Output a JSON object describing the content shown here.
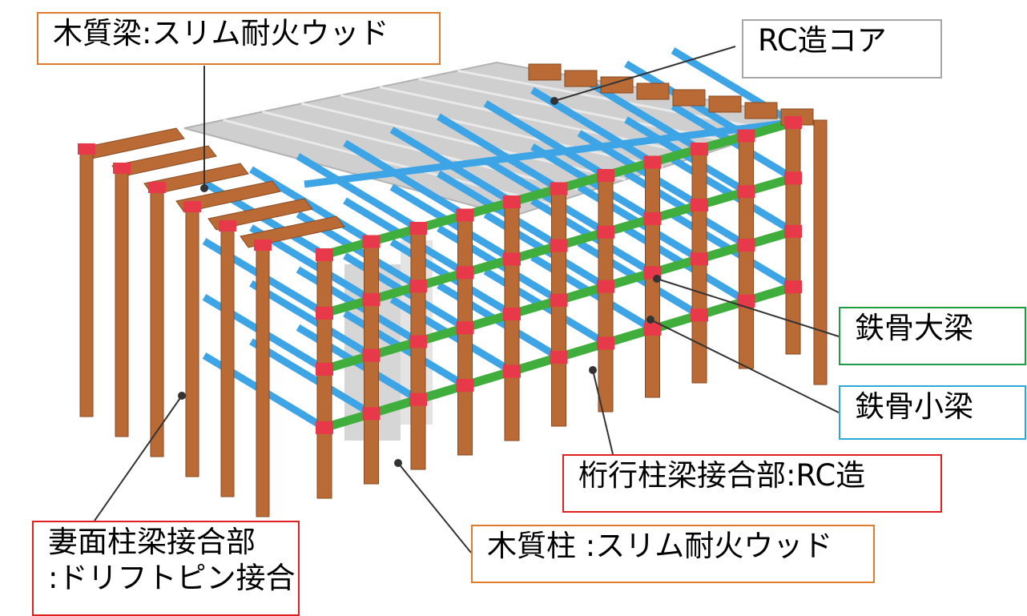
{
  "labels": {
    "wood_beam": "木質梁:スリム耐火ウッド",
    "rc_core": "RC造コア",
    "steel_main_beam": "鉄骨大梁",
    "steel_sub_beam": "鉄骨小梁",
    "rc_joint": "桁行柱梁接合部:RC造",
    "wood_column": "木質柱 :スリム耐火ウッド",
    "pin_joint_line1": "妻面柱梁接合部",
    "pin_joint_line2": ":ドリフトピン接合"
  },
  "colors": {
    "wood": "#b96a35",
    "rc": "#cfcfcf",
    "steel_main": "#3fae3c",
    "steel_sub": "#3da4e6",
    "joint": "#e8394a",
    "border_orange": "#e07b2e",
    "border_gray": "#a6a6a6",
    "border_green": "#1f9b46",
    "border_cyan": "#29a9d8",
    "border_red": "#e02020",
    "leader": "#333333"
  }
}
